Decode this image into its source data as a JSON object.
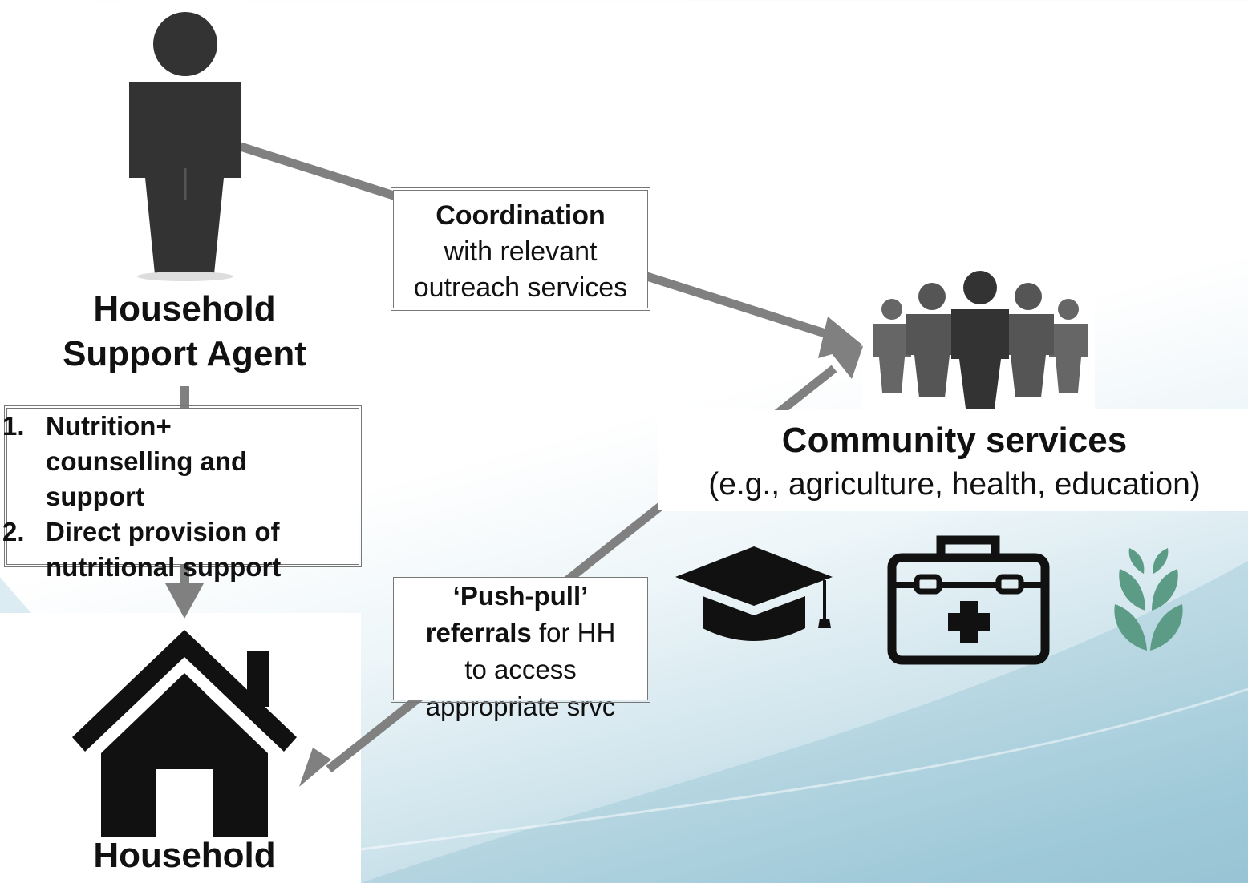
{
  "agent": {
    "label_line1": "Household",
    "label_line2": "Support Agent"
  },
  "household": {
    "label": "Household"
  },
  "coordination": {
    "bold": "Coordination",
    "line2": "with relevant",
    "line3": "outreach services"
  },
  "referrals": {
    "bold1": "‘Push-pull’",
    "bold2": "referrals",
    "rest2": " for HH",
    "line3": "to access",
    "line4": "appropriate srvc"
  },
  "support_list": {
    "items": [
      {
        "num": "1.",
        "lines": [
          "Nutrition+",
          "counselling and",
          "support"
        ]
      },
      {
        "num": "2.",
        "lines": [
          "Direct provision of",
          "nutritional support"
        ]
      }
    ]
  },
  "community": {
    "title": "Community services",
    "subtitle": "(e.g., agriculture, health, education)"
  },
  "icons": [
    "person-icon",
    "group-icon",
    "house-icon",
    "graduation-cap-icon",
    "medical-kit-icon",
    "plant-icon"
  ],
  "colors": {
    "arrow": "#808080",
    "icon_dark": "#333333",
    "plant": "#5c9b86"
  }
}
